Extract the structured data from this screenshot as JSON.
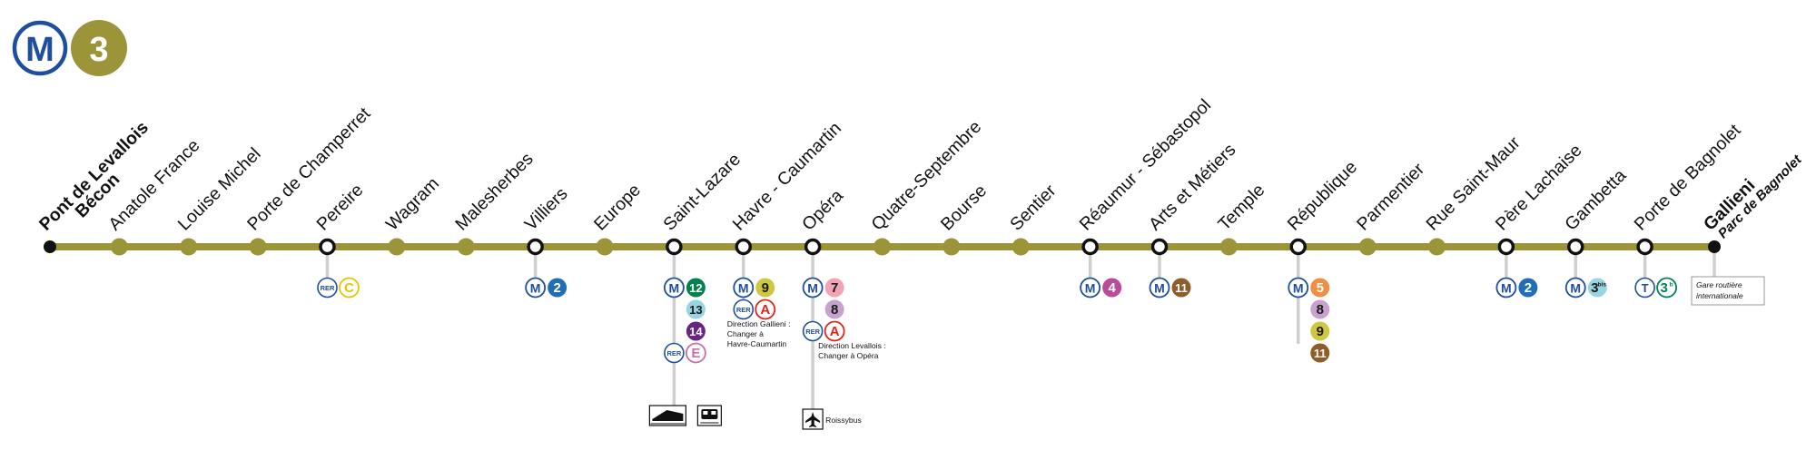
{
  "line": {
    "network_letter": "M",
    "number": "3",
    "color": "#9C9438",
    "network_color": "#1E4E9E"
  },
  "stations": [
    {
      "name": "Pont de Levallois",
      "name2": "Bécon",
      "terminus": true
    },
    {
      "name": "Anatole France"
    },
    {
      "name": "Louise Michel"
    },
    {
      "name": "Porte de Champerret"
    },
    {
      "name": "Pereire",
      "interchange": true,
      "connections": [
        [
          {
            "type": "rer"
          },
          {
            "type": "ring",
            "label": "C",
            "color": "#E3C600"
          }
        ]
      ]
    },
    {
      "name": "Wagram"
    },
    {
      "name": "Malesherbes"
    },
    {
      "name": "Villiers",
      "interchange": true,
      "connections": [
        [
          {
            "type": "metro"
          },
          {
            "type": "fill",
            "label": "2",
            "color": "#216EB4"
          }
        ]
      ]
    },
    {
      "name": "Europe"
    },
    {
      "name": "Saint-Lazare",
      "interchange": true,
      "long_spur": true,
      "connections": [
        [
          {
            "type": "metro"
          },
          {
            "type": "fill",
            "label": "12",
            "color": "#00814F"
          }
        ],
        [
          {
            "type": "fill",
            "label": "13",
            "color": "#98D4E2",
            "text": "#1a1a1a"
          }
        ],
        [
          {
            "type": "fill",
            "label": "14",
            "color": "#662483"
          }
        ],
        [
          {
            "type": "rer"
          },
          {
            "type": "ring",
            "label": "E",
            "color": "#C86FAA"
          }
        ]
      ],
      "icons": [
        "train-icon",
        "transilien-icon"
      ]
    },
    {
      "name": "Havre - Caumartin",
      "interchange": true,
      "connections": [
        [
          {
            "type": "metro"
          },
          {
            "type": "fill",
            "label": "9",
            "color": "#CDC83F",
            "text": "#1a1a1a"
          }
        ],
        [
          {
            "type": "rer"
          },
          {
            "type": "ring",
            "label": "A",
            "color": "#E2231A"
          }
        ]
      ],
      "note": [
        "Direction Gallieni :",
        "Changer à",
        "Havre-Caumartin"
      ]
    },
    {
      "name": "Opéra",
      "interchange": true,
      "long_spur": true,
      "connections": [
        [
          {
            "type": "metro"
          },
          {
            "type": "fill",
            "label": "7",
            "color": "#F2A4B7",
            "text": "#1a1a1a"
          }
        ],
        [
          {
            "type": "fill",
            "label": "8",
            "color": "#C5A3CD",
            "text": "#1a1a1a"
          }
        ],
        [
          {
            "type": "rer"
          },
          {
            "type": "ring",
            "label": "A",
            "color": "#E2231A"
          }
        ]
      ],
      "note": [
        "Direction Levallois :",
        "Changer à Opéra"
      ],
      "airport_label": "Roissybus"
    },
    {
      "name": "Quatre-Septembre"
    },
    {
      "name": "Bourse"
    },
    {
      "name": "Sentier"
    },
    {
      "name": "Réaumur - Sébastopol",
      "interchange": true,
      "connections": [
        [
          {
            "type": "metro"
          },
          {
            "type": "fill",
            "label": "4",
            "color": "#BB4A9B"
          }
        ]
      ]
    },
    {
      "name": "Arts et Métiers",
      "interchange": true,
      "connections": [
        [
          {
            "type": "metro"
          },
          {
            "type": "fill",
            "label": "11",
            "color": "#8D5E2A"
          }
        ]
      ]
    },
    {
      "name": "Temple"
    },
    {
      "name": "République",
      "interchange": true,
      "connections": [
        [
          {
            "type": "metro"
          },
          {
            "type": "fill",
            "label": "5",
            "color": "#F28E42"
          }
        ],
        [
          {
            "type": "fill",
            "label": "8",
            "color": "#C5A3CD",
            "text": "#1a1a1a"
          }
        ],
        [
          {
            "type": "fill",
            "label": "9",
            "color": "#CDC83F",
            "text": "#1a1a1a"
          }
        ],
        [
          {
            "type": "fill",
            "label": "11",
            "color": "#8D5E2A"
          }
        ]
      ]
    },
    {
      "name": "Parmentier"
    },
    {
      "name": "Rue Saint-Maur"
    },
    {
      "name": "Père Lachaise",
      "interchange": true,
      "connections": [
        [
          {
            "type": "metro"
          },
          {
            "type": "fill",
            "label": "2",
            "color": "#216EB4"
          }
        ]
      ]
    },
    {
      "name": "Gambetta",
      "interchange": true,
      "connections": [
        [
          {
            "type": "metro"
          },
          {
            "type": "fill",
            "label": "3",
            "sup": "bis",
            "color": "#98D4E2",
            "text": "#1a1a1a"
          }
        ]
      ]
    },
    {
      "name": "Porte de Bagnolet",
      "interchange": true,
      "connections": [
        [
          {
            "type": "tram"
          },
          {
            "type": "ring",
            "label": "3",
            "sup": "b",
            "color": "#00814F"
          }
        ]
      ]
    },
    {
      "name": "Gallieni",
      "name2": "Parc de Bagnolet",
      "terminus": true,
      "box": [
        "Gare routière",
        "internationale"
      ]
    }
  ]
}
